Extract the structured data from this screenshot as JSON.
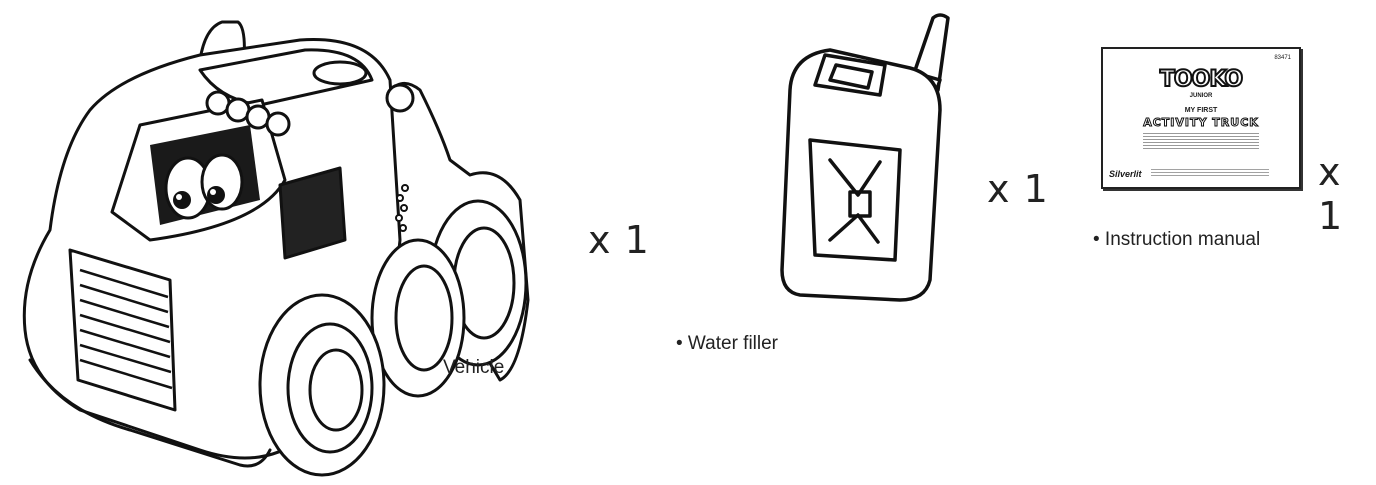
{
  "items": [
    {
      "name": "Vehicle",
      "quantity": "x 1"
    },
    {
      "name": "• Water filler",
      "quantity": "x 1"
    },
    {
      "name": "• Instruction manual",
      "quantity": "x 1"
    }
  ],
  "manual": {
    "logo": "TOOKO",
    "logo_sub": "JUNIOR",
    "line1": "MY FIRST",
    "line2": "ACTIVITY TRUCK",
    "brand": "Silverlit",
    "ref": "83471"
  }
}
